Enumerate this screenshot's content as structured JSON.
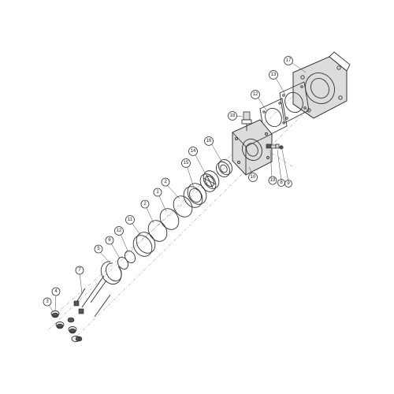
{
  "diagram": {
    "callouts": [
      {
        "id": "c17",
        "label": "17"
      },
      {
        "id": "c13",
        "label": "13"
      },
      {
        "id": "c12",
        "label": "12"
      },
      {
        "id": "c18",
        "label": "18"
      },
      {
        "id": "c16",
        "label": "16"
      },
      {
        "id": "c14",
        "label": "14"
      },
      {
        "id": "c15",
        "label": "15"
      },
      {
        "id": "c10",
        "label": "10"
      },
      {
        "id": "c19",
        "label": "19"
      },
      {
        "id": "c8",
        "label": "8"
      },
      {
        "id": "c9",
        "label": "9"
      },
      {
        "id": "c2a",
        "label": "2"
      },
      {
        "id": "c1",
        "label": "1"
      },
      {
        "id": "c2b",
        "label": "2"
      },
      {
        "id": "c11",
        "label": "11"
      },
      {
        "id": "c12b",
        "label": "12"
      },
      {
        "id": "c6",
        "label": "6"
      },
      {
        "id": "c5",
        "label": "5"
      },
      {
        "id": "c7",
        "label": "7"
      },
      {
        "id": "c4",
        "label": "4"
      },
      {
        "id": "c3",
        "label": "3"
      }
    ]
  }
}
